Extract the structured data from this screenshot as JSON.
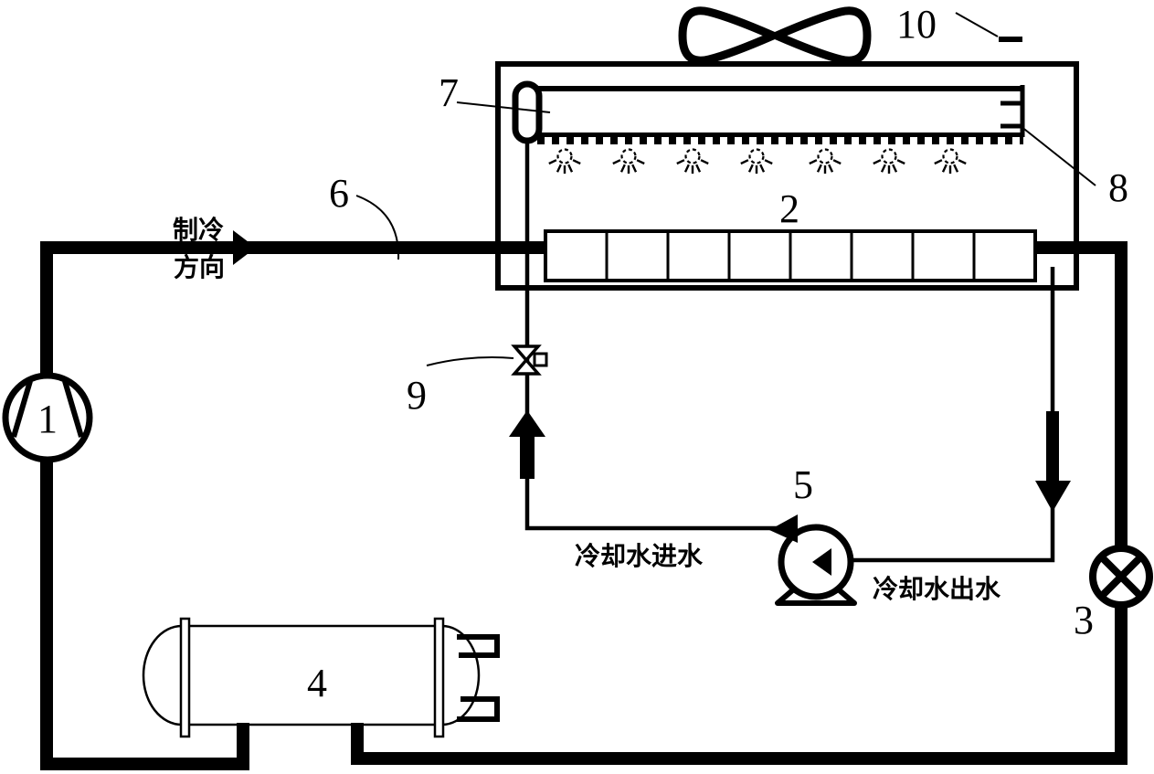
{
  "diagram": {
    "type": "patent-schematic",
    "title": "Evaporative condenser refrigeration system schematic",
    "colors": {
      "ink": "#000000",
      "background": "#ffffff"
    },
    "labels": {
      "c1": "1",
      "c2": "2",
      "c3": "3",
      "c4": "4",
      "c5": "5",
      "c6": "6",
      "c7": "7",
      "c8": "8",
      "c9": "9",
      "c10": "10"
    },
    "label_meanings": {
      "c1": "compressor",
      "c2": "condenser-coil",
      "c3": "expansion-valve",
      "c4": "evaporator-tank",
      "c5": "water-pump",
      "c6": "refrigerant-pipe",
      "c7": "spray-pipe",
      "c8": "spray-header",
      "c9": "water-valve",
      "c10": "fan"
    },
    "annotations": {
      "flow_dir_line1": "制冷",
      "flow_dir_line2": "方向",
      "cooling_water_inlet": "冷却水进水",
      "cooling_water_outlet": "冷却水出水"
    }
  }
}
